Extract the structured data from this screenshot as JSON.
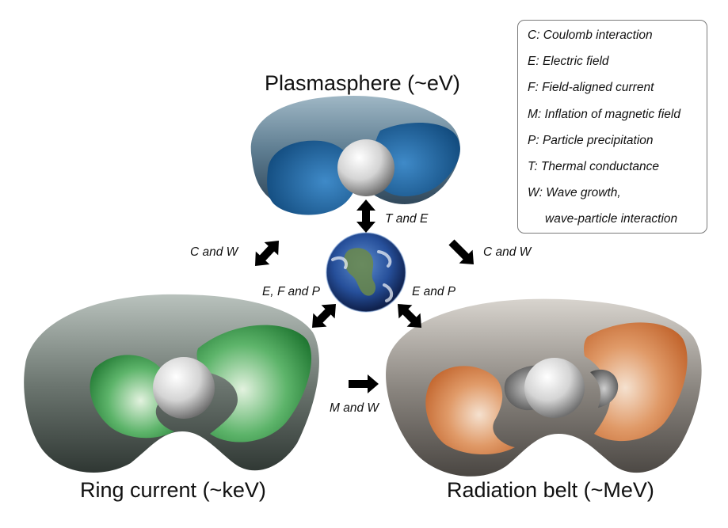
{
  "regions": {
    "plasmasphere": "Plasmasphere (~eV)",
    "ring_current": "Ring current (~keV)",
    "radiation_belt": "Radiation belt (~MeV)"
  },
  "arrows": {
    "plasma_earth": "T and E",
    "ring_plasma": "C and W",
    "plasma_radiation": "C and W",
    "earth_ring": "E, F and P",
    "earth_radiation": "E and P",
    "ring_radiation": "M and W"
  },
  "legend": [
    "C: Coulomb interaction",
    "E: Electric field",
    "F: Field-aligned current",
    "M: Inflation of magnetic field",
    "P: Particle precipitation",
    "T: Thermal conductance",
    "W: Wave growth,",
    "wave-particle interaction"
  ],
  "colors": {
    "plasmasphere_fill": "#1f6aa6",
    "ring_current_fill": "#2e8a3e",
    "radiation_belt_fill": "#c8672c",
    "torus_shell": "#6f7572",
    "arrow": "#000000"
  }
}
